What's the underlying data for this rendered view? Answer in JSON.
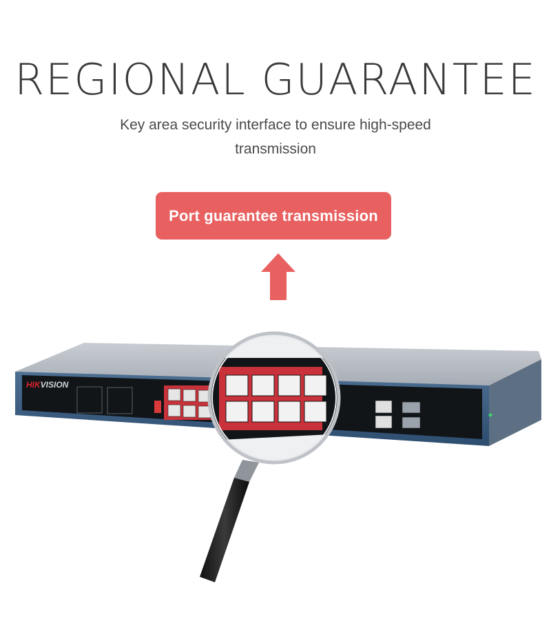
{
  "headline": "REGIONAL GUARANTEE",
  "subtitle": "Key area security interface to ensure high-speed transmission",
  "callout": {
    "label": "Port guarantee transmission",
    "color": "#e86060"
  },
  "arrow_icon": "up-arrow-icon",
  "arrow_color": "#e86060",
  "device": {
    "brand_hik": "HIK",
    "brand_vision": "VISION"
  }
}
